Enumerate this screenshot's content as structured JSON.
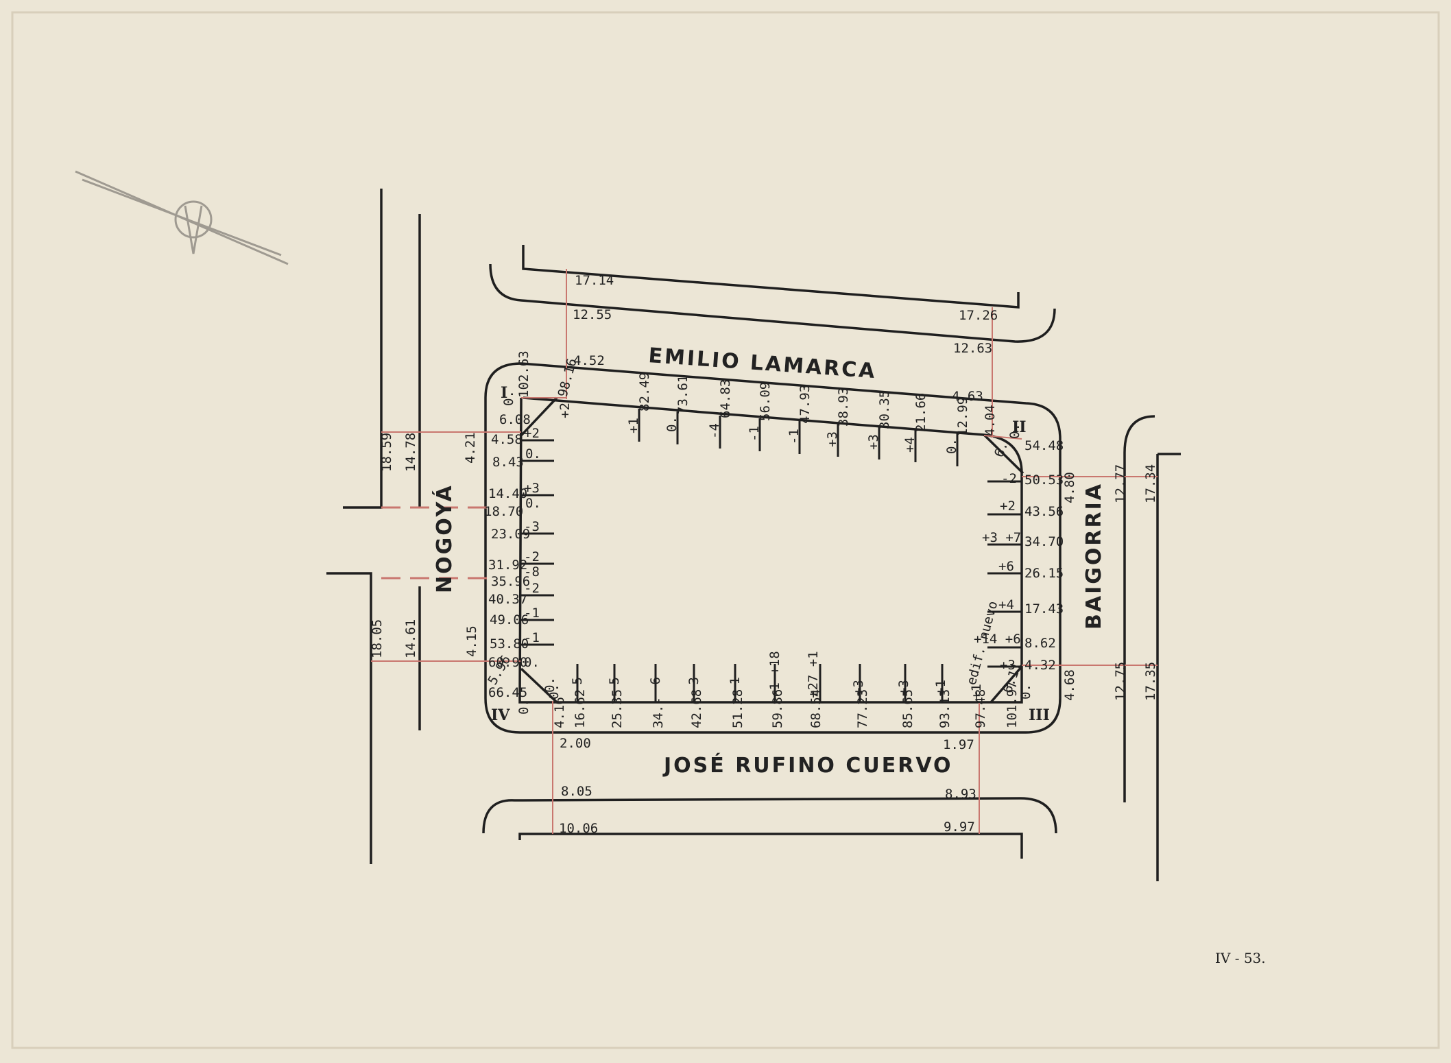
{
  "streets": {
    "north": "EMILIO LAMARCA",
    "south": "JOSÉ RUFINO CUERVO",
    "west": "NOGOYÁ",
    "east": "BAIGORRIA"
  },
  "corners": [
    "I",
    "II",
    "III",
    "IV"
  ],
  "sheet_code": "IV - 53.",
  "colors": {
    "ink": "#1f1f1f",
    "red_line": "#c9776f",
    "paper": "#ece6d6"
  },
  "north_street_levels": [
    "17.14",
    "12.55",
    "17.26",
    "12.63"
  ],
  "south_street_levels": [
    "2.00",
    "8.05",
    "10.06",
    "1.97",
    "8.93",
    "9.97"
  ],
  "west_street_levels": [
    "18.59",
    "14.78",
    "4.21",
    "18.05",
    "14.61",
    "4.15"
  ],
  "east_street_levels": [
    "4.80",
    "12.77",
    "17.34",
    "4.68",
    "12.75",
    "17.35"
  ],
  "north_front": {
    "left_measure": "4.52",
    "right_measure": "4.63",
    "entries": [
      {
        "dist": "82.49",
        "level": "+1"
      },
      {
        "dist": "73.61",
        "level": "0."
      },
      {
        "dist": "64.83",
        "level": "-4"
      },
      {
        "dist": "56.09",
        "level": "-1"
      },
      {
        "dist": "47.93",
        "level": "-1"
      },
      {
        "dist": "38.93",
        "level": "+3"
      },
      {
        "dist": "30.35",
        "level": "+3"
      },
      {
        "dist": "21.66",
        "level": "+4"
      },
      {
        "dist": "12.99",
        "level": "0."
      }
    ]
  },
  "west_front": {
    "entries": [
      {
        "dist": "4.58",
        "level": "+2"
      },
      {
        "dist": "8.43",
        "level": "0."
      },
      {
        "dist": "14.40",
        "level": "+3"
      },
      {
        "dist": "18.70",
        "level": "0."
      },
      {
        "dist": "23.09",
        "level": "-3"
      },
      {
        "dist": "31.92",
        "level": "-2"
      },
      {
        "dist": "35.96",
        "level": "-8"
      },
      {
        "dist": "40.37",
        "level": "-2"
      },
      {
        "dist": "49.06",
        "level": "-1"
      },
      {
        "dist": "53.80",
        "level": "-1"
      },
      {
        "dist": "60.90",
        "level": "0."
      },
      {
        "dist": "66.45",
        "level": ""
      }
    ]
  },
  "east_front": {
    "entries": [
      {
        "dist": "54.48",
        "level": ""
      },
      {
        "dist": "50.53",
        "level": "-2"
      },
      {
        "dist": "43.56",
        "level": "+2"
      },
      {
        "dist": "34.70",
        "level": "+3 +7"
      },
      {
        "dist": "26.15",
        "level": "+6"
      },
      {
        "dist": "17.43",
        "level": "+4"
      },
      {
        "dist": "8.62",
        "level": "+14 +6"
      },
      {
        "dist": "4.32",
        "level": "+3"
      }
    ],
    "note": "edif. nuevo"
  },
  "south_front": {
    "entries": [
      {
        "dist": "4.16",
        "level": "0."
      },
      {
        "dist": "16.62",
        "level": "-5"
      },
      {
        "dist": "25.35",
        "level": "-5"
      },
      {
        "dist": "34.-",
        "level": "-6"
      },
      {
        "dist": "42.68",
        "level": "-3"
      },
      {
        "dist": "51.28",
        "level": "-1"
      },
      {
        "dist": "59.86",
        "level": "-1 +18"
      },
      {
        "dist": "68.54",
        "level": "+27 +1"
      },
      {
        "dist": "77.23",
        "level": "+3"
      },
      {
        "dist": "85.65",
        "level": "+3"
      },
      {
        "dist": "93.13",
        "level": "+1"
      },
      {
        "dist": "97.48",
        "level": "+1"
      },
      {
        "dist": "101.97",
        "level": ""
      }
    ]
  },
  "corner_values": {
    "I": [
      "102.63",
      "0.",
      "6.08",
      "98.16",
      "+2"
    ],
    "II": [
      "4.04",
      "0.",
      "6."
    ],
    "III": [
      "6.11",
      "0."
    ],
    "IV": [
      "5.96",
      "0.",
      "0."
    ]
  }
}
